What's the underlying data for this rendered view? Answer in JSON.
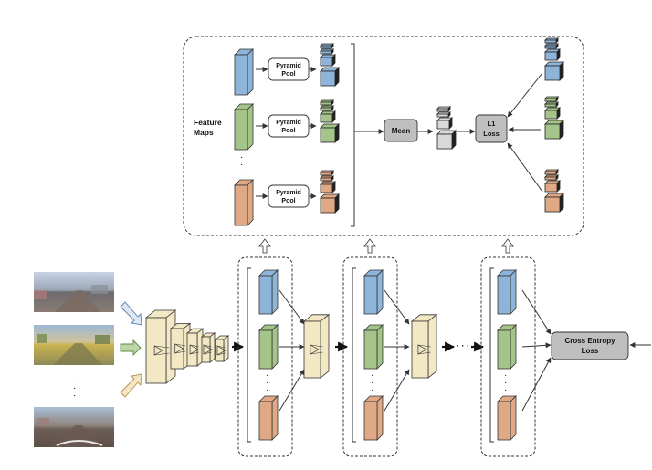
{
  "labels": {
    "feature_maps_line1": "Feature",
    "feature_maps_line2": "Maps",
    "pyramid_pool_line1": "Pyramid",
    "pyramid_pool_line2": "Pool",
    "mean": "Mean",
    "l1_loss_line1": "L1",
    "l1_loss_line2": "Loss",
    "cross_entropy_line1": "Cross Entropy",
    "cross_entropy_line2": "Loss",
    "ellipsis_vertical": "·",
    "ellipsis_horizontal": "· · ·"
  },
  "colors": {
    "blue": "#8fb4d9",
    "green": "#a4c489",
    "orange": "#e0a986",
    "gray": "#d9d9d9",
    "layer": "#f3e8c4",
    "box_gray": "#bfbfbf"
  }
}
